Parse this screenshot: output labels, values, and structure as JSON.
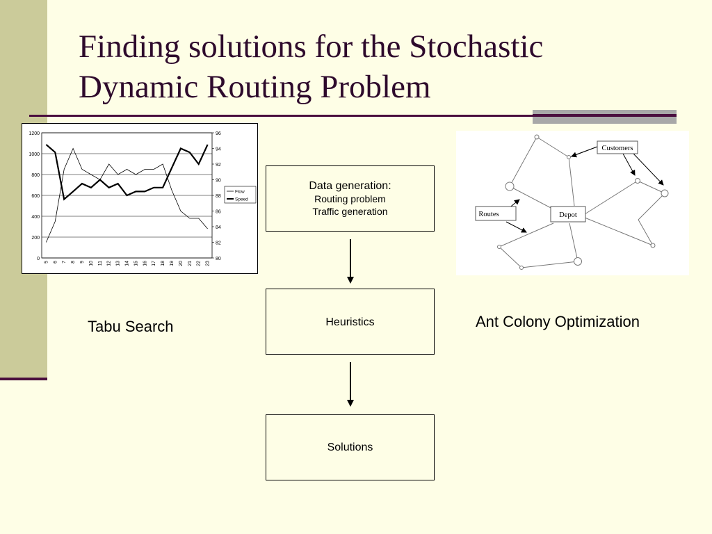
{
  "slide": {
    "title_line1": "Finding solutions for the Stochastic",
    "title_line2": "Dynamic Routing Problem"
  },
  "flowchart": {
    "box1": {
      "heading": "Data generation:",
      "line1": "Routing problem",
      "line2": "Traffic generation"
    },
    "box2": {
      "label": "Heuristics"
    },
    "box3": {
      "label": "Solutions"
    }
  },
  "captions": {
    "left": "Tabu Search",
    "right": "Ant Colony Optimization"
  },
  "aco_diagram": {
    "customers_label": "Customers",
    "routes_label": "Routes",
    "depot_label": "Depot"
  },
  "chart_data": {
    "type": "line",
    "x": [
      "5",
      "6",
      "7",
      "8",
      "9",
      "10",
      "11",
      "12",
      "13",
      "14",
      "15",
      "16",
      "17",
      "18",
      "19",
      "20",
      "21",
      "22",
      "23"
    ],
    "y_left_ticks": [
      "0",
      "200",
      "400",
      "600",
      "800",
      "1000",
      "1200"
    ],
    "y_right_ticks": [
      "80",
      "82",
      "84",
      "86",
      "88",
      "90",
      "92",
      "94",
      "96"
    ],
    "ylim_left": [
      0,
      1200
    ],
    "ylim_right": [
      80,
      96
    ],
    "legend_position": "right",
    "grid": true,
    "series": [
      {
        "name": "Flow",
        "axis": "left",
        "values": [
          150,
          350,
          850,
          1050,
          850,
          800,
          750,
          900,
          800,
          850,
          800,
          850,
          850,
          900,
          650,
          450,
          380,
          380,
          280
        ],
        "color": "#000000"
      },
      {
        "name": "Speed",
        "axis": "right",
        "values": [
          94.5,
          93.5,
          87.5,
          88.5,
          89.5,
          89,
          90,
          89,
          89.5,
          88,
          88.5,
          88.5,
          89,
          89,
          91.5,
          94,
          93.5,
          92,
          94.5
        ],
        "color": "#000000"
      }
    ]
  }
}
